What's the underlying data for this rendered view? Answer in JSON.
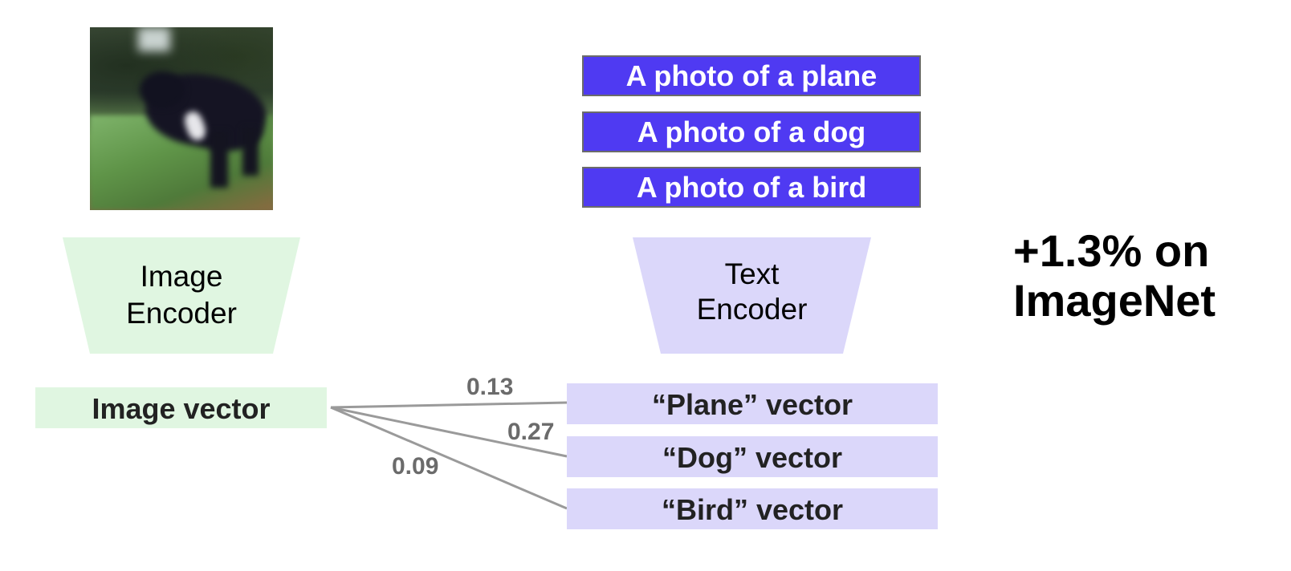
{
  "input_image": {
    "description": "blurry photo of a black dog in grass"
  },
  "image_encoder": {
    "line1": "Image",
    "line2": "Encoder",
    "color": "#e0f6e1"
  },
  "text_encoder": {
    "line1": "Text",
    "line2": "Encoder",
    "color": "#dbd7fa"
  },
  "prompts": [
    {
      "label": "A photo of a plane"
    },
    {
      "label": "A photo of a dog"
    },
    {
      "label": "A photo of a bird"
    }
  ],
  "prompt_color": "#4f3af2",
  "image_vector": {
    "label": "Image vector"
  },
  "text_vectors": [
    {
      "label": "“Plane” vector",
      "score": "0.13"
    },
    {
      "label": "“Dog” vector",
      "score": "0.27"
    },
    {
      "label": "“Bird” vector",
      "score": "0.09"
    }
  ],
  "result": {
    "line1": "+1.3% on",
    "line2": "ImageNet"
  }
}
